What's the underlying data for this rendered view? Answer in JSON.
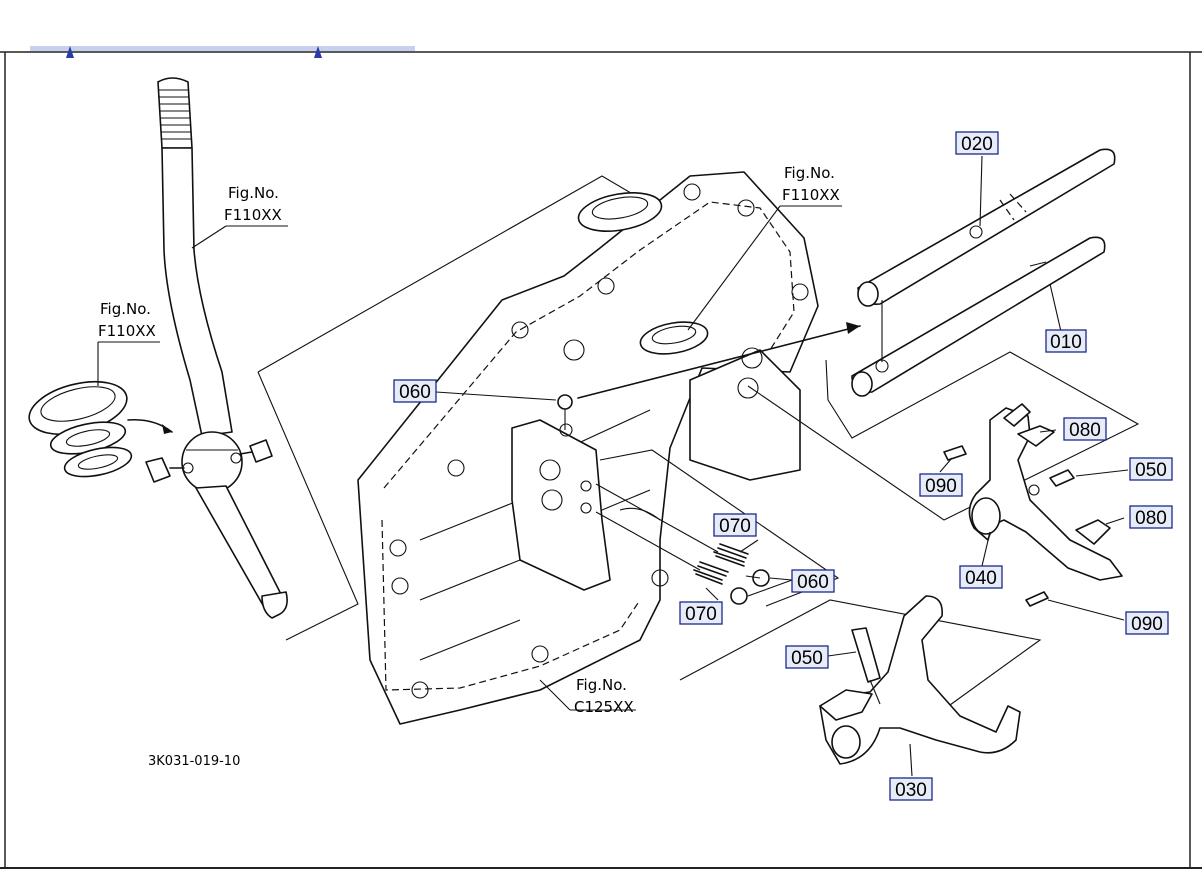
{
  "diagram": {
    "drawing_code": "3K031-019-10",
    "figure_refs": [
      {
        "id": "shift-lever",
        "label": "Fig.No.",
        "code": "F110XX"
      },
      {
        "id": "seal-kit",
        "label": "Fig.No.",
        "code": "F110XX"
      },
      {
        "id": "top-boot",
        "label": "Fig.No.",
        "code": "F110XX"
      },
      {
        "id": "housing",
        "label": "Fig.No.",
        "code": "C125XX"
      }
    ],
    "callouts": [
      {
        "id": "p020",
        "number": "020"
      },
      {
        "id": "p010",
        "number": "010"
      },
      {
        "id": "p060a",
        "number": "060"
      },
      {
        "id": "p080a",
        "number": "080"
      },
      {
        "id": "p050a",
        "number": "050"
      },
      {
        "id": "p090a",
        "number": "090"
      },
      {
        "id": "p070a",
        "number": "070"
      },
      {
        "id": "p060b",
        "number": "060"
      },
      {
        "id": "p080b",
        "number": "080"
      },
      {
        "id": "p040",
        "number": "040"
      },
      {
        "id": "p070b",
        "number": "070"
      },
      {
        "id": "p090b",
        "number": "090"
      },
      {
        "id": "p050b",
        "number": "050"
      },
      {
        "id": "p030",
        "number": "030"
      }
    ]
  },
  "colors": {
    "line": "#111111",
    "callout_border": "#1a2a8c",
    "callout_fill": "#e8ecf8",
    "header_stripe": "#2a3aa8"
  }
}
